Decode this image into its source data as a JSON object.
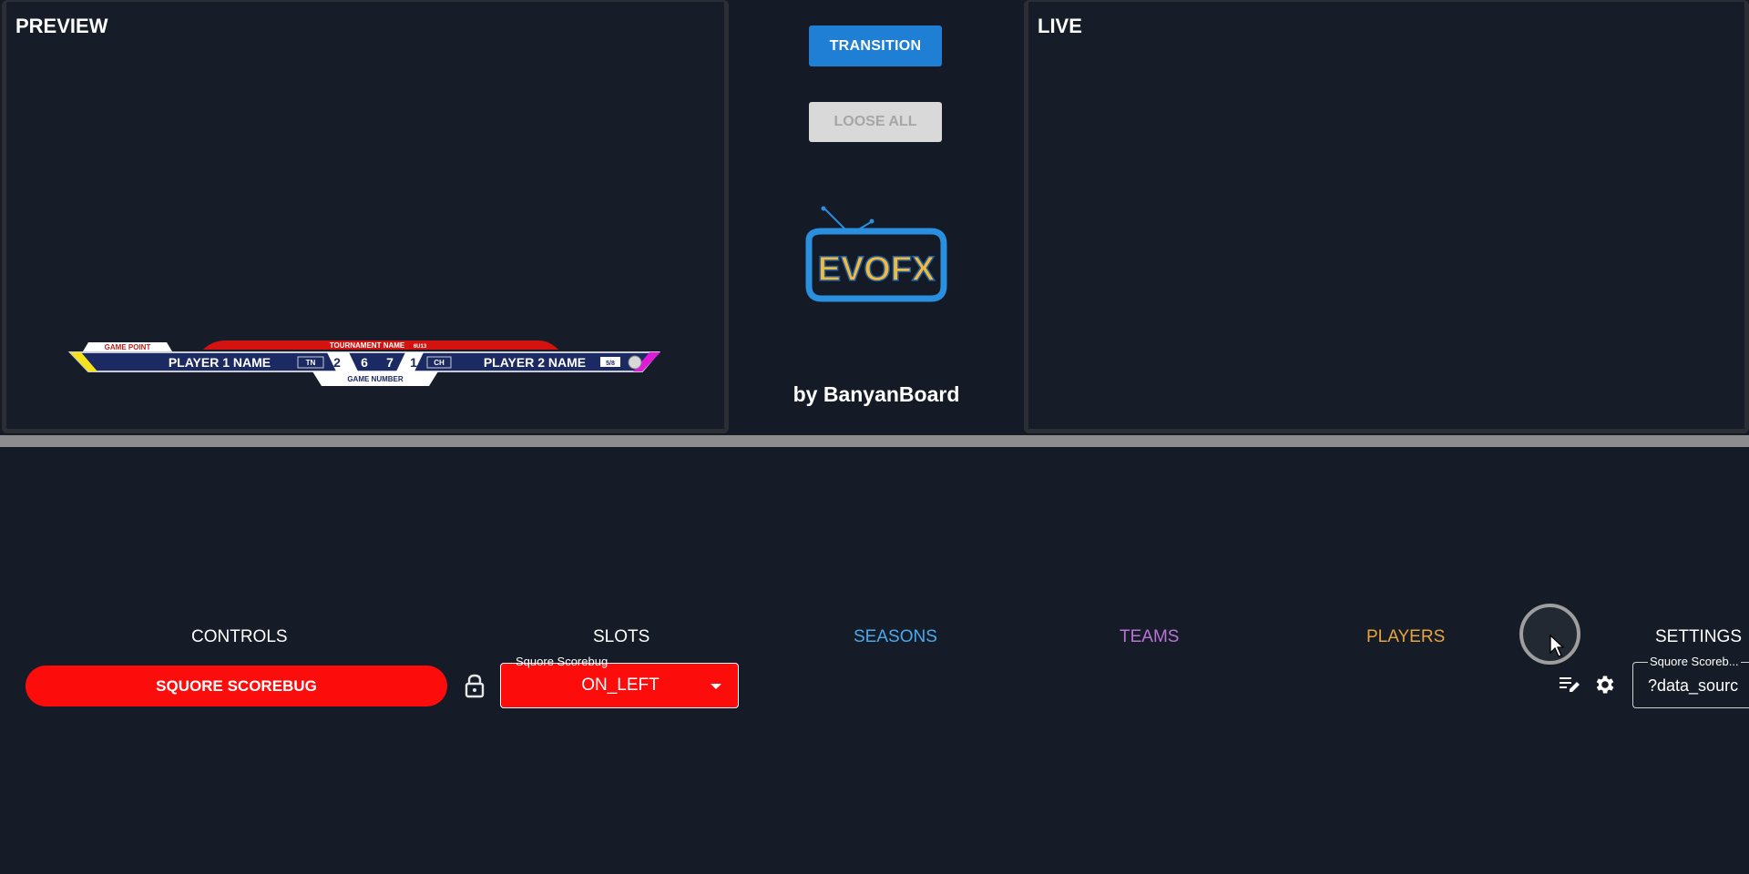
{
  "preview": {
    "title": "PREVIEW"
  },
  "live": {
    "title": "LIVE"
  },
  "center": {
    "transition_label": "TRANSITION",
    "loose_all_label": "LOOSE ALL",
    "logo_text": "EVOFX",
    "byline": "by BanyanBoard"
  },
  "scorebug": {
    "game_point": "GAME POINT",
    "tournament_name": "TOURNAMENT NAME",
    "tournament_tag": "6U13",
    "player1_name": "PLAYER 1 NAME",
    "player1_team": "TN",
    "score_left": "2",
    "games_left": "6",
    "games_right": "7",
    "score_right": "1",
    "player2_team": "CH",
    "player2_name": "PLAYER 2 NAME",
    "player2_seed": "5/8",
    "game_number": "GAME NUMBER",
    "colors": {
      "bar": "#1c2a63",
      "red": "#d3130f",
      "yellow": "#f5e21a",
      "magenta": "#e01bd8"
    }
  },
  "nav": {
    "controls": "CONTROLS",
    "slots": "SLOTS",
    "seasons": "SEASONS",
    "teams": "TEAMS",
    "players": "PLAYERS",
    "settings": "SETTINGS"
  },
  "controls": {
    "scorebug_button": "SQUORE SCOREBUG",
    "slot_select": {
      "label": "Squore Scorebug",
      "value": "ON_LEFT"
    },
    "data_source": {
      "label": "Squore Scoreb...",
      "value": "?data_sourc"
    }
  },
  "colors": {
    "accent_blue": "#1f7fd4",
    "red": "#fc0d0c",
    "seasons": "#4aa8ee",
    "teams": "#b774d6",
    "players": "#e8a43d",
    "background": "#151c27"
  }
}
